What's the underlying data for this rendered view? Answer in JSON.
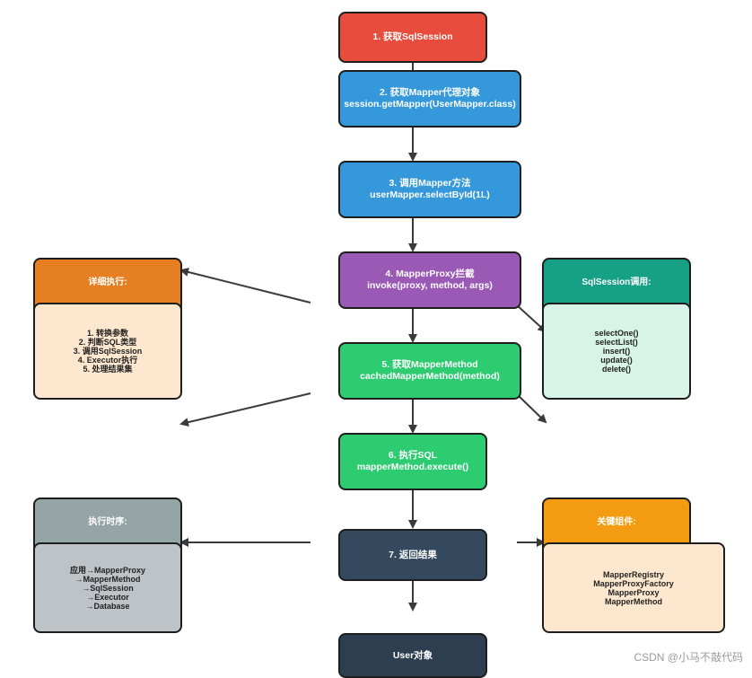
{
  "steps": {
    "s1": {
      "line1": "1. 获取SqlSession",
      "line2": "",
      "color": "#e74c3c"
    },
    "s2": {
      "line1": "2. 获取Mapper代理对象",
      "line2": "session.getMapper(UserMapper.class)",
      "color": "#3498db"
    },
    "s3": {
      "line1": "3. 调用Mapper方法",
      "line2": "userMapper.selectById(1L)",
      "color": "#3498db"
    },
    "s4": {
      "line1": "4. MapperProxy拦截",
      "line2": "invoke(proxy, method, args)",
      "color": "#9b59b6"
    },
    "s5": {
      "line1": "5. 获取MapperMethod",
      "line2": "cachedMapperMethod(method)",
      "color": "#2ecc71"
    },
    "s6": {
      "line1": "6. 执行SQL",
      "line2": "mapperMethod.execute()",
      "color": "#2ecc71"
    },
    "s7": {
      "line1": "7. 返回结果",
      "line2": "",
      "color": "#34495e"
    },
    "s8": {
      "line1": "User对象",
      "line2": "",
      "color": "#2c3e50"
    }
  },
  "panels": {
    "detail": {
      "title": "详细执行:",
      "items": [
        "1. 转换参数",
        "2. 判断SQL类型",
        "3. 调用SqlSession",
        "4. Executor执行",
        "5. 处理结果集"
      ],
      "head_color": "#e67e22",
      "body_color": "#fde8cf"
    },
    "sqlsession": {
      "title": "SqlSession调用:",
      "items": [
        "selectOne()",
        "selectList()",
        "insert()",
        "update()",
        "delete()"
      ],
      "head_color": "#16a085",
      "body_color": "#d8f3e8"
    },
    "sequence": {
      "title": "执行时序:",
      "items": [
        "应用→MapperProxy",
        "→MapperMethod",
        "→SqlSession",
        "→Executor",
        "→Database"
      ],
      "head_color": "#95a5a6",
      "body_color": "#bdc3c7"
    },
    "components": {
      "title": "关键组件:",
      "items": [
        "MapperRegistry",
        "MapperProxyFactory",
        "MapperProxy",
        "MapperMethod"
      ],
      "head_color": "#f39c12",
      "body_color": "#fde8cf"
    }
  },
  "colors": {
    "line": "#3a3a3a",
    "border": "#1e1e1e"
  },
  "watermark": "CSDN @小马不敲代码"
}
